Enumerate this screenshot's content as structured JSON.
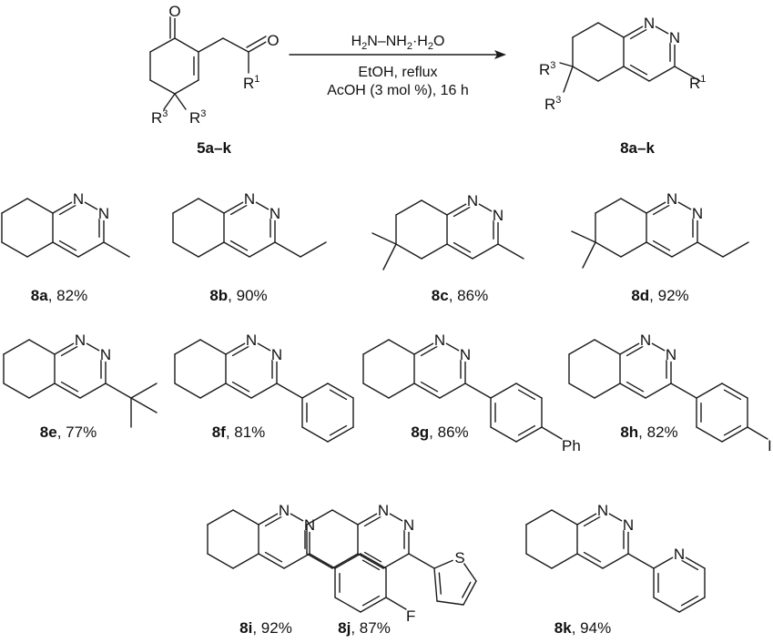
{
  "atoms": {
    "N": "N",
    "O": "O",
    "S": "S",
    "R": "R"
  },
  "r_groups": {
    "R1": "1",
    "R3": "3"
  },
  "starting_material": {
    "label": "5a–k"
  },
  "product": {
    "label": "8a–k"
  },
  "reagents": {
    "line1_parts": [
      "H",
      "2",
      "N–NH",
      "2",
      "·H",
      "2",
      "O"
    ],
    "line2": "EtOH, reflux",
    "line3": "AcOH (3 mol %), 16 h"
  },
  "compounds": [
    {
      "id": "8a",
      "yield": ", 82%",
      "substituent": "methyl"
    },
    {
      "id": "8b",
      "yield": ", 90%",
      "substituent": "ethyl"
    },
    {
      "id": "8c",
      "yield": ", 86%",
      "substituent": "methyl",
      "gem_dimethyl": true
    },
    {
      "id": "8d",
      "yield": ", 92%",
      "substituent": "ethyl",
      "gem_dimethyl": true
    },
    {
      "id": "8e",
      "yield": ", 77%",
      "substituent": "tert-butyl"
    },
    {
      "id": "8f",
      "yield": ", 81%",
      "substituent": "phenyl"
    },
    {
      "id": "8g",
      "yield": ", 86%",
      "substituent": "aryl",
      "para": "Ph"
    },
    {
      "id": "8h",
      "yield": ", 82%",
      "substituent": "aryl",
      "para": "I"
    },
    {
      "id": "8i",
      "yield": ", 92%",
      "substituent": "aryl",
      "para": "F"
    },
    {
      "id": "8j",
      "yield": ", 87%",
      "substituent": "2-thienyl"
    },
    {
      "id": "8k",
      "yield": ", 94%",
      "substituent": "2-pyridyl"
    }
  ]
}
